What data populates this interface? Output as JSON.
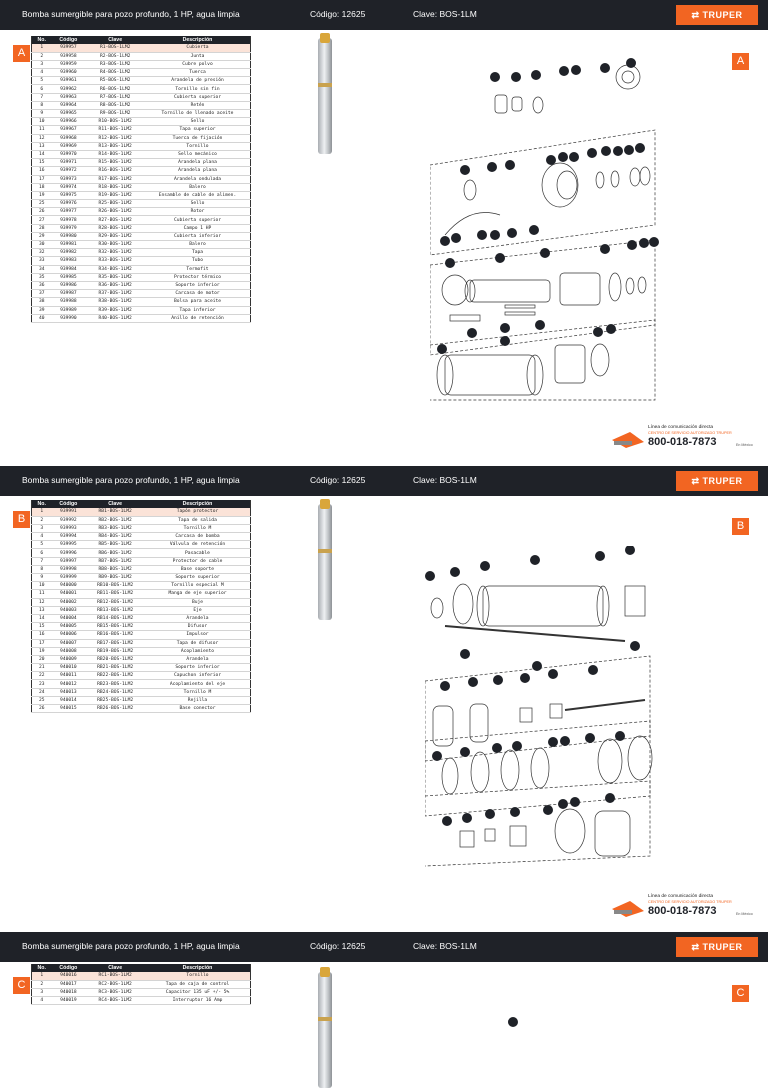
{
  "header": {
    "title": "Bomba sumergible para pozo profundo, 1 HP, agua limpia",
    "codigo": "Código: 12625",
    "clave": "Clave: BOS-1LM",
    "logo": "TRUPER"
  },
  "hotline": {
    "line1": "Línea de comunicación directa",
    "line2": "CENTRO DE SERVICIO AUTORIZADO TRUPER",
    "phone": "800-018-7873",
    "line4": "En México"
  },
  "columns": [
    "No.",
    "Código",
    "Clave",
    "Descripción"
  ],
  "sections": [
    {
      "letter": "A",
      "rows": [
        [
          "1",
          "939957",
          "R1-BOS-1LM2",
          "Cubierta"
        ],
        [
          "2",
          "939958",
          "R2-BOS-1LM2",
          "Junta"
        ],
        [
          "3",
          "939959",
          "R3-BOS-1LM2",
          "Cubre polvo"
        ],
        [
          "4",
          "939960",
          "R4-BOS-1LM2",
          "Tuerca"
        ],
        [
          "5",
          "939961",
          "R5-BOS-1LM2",
          "Arandela de presión"
        ],
        [
          "6",
          "939962",
          "R6-BOS-1LM2",
          "Tornillo sin fin"
        ],
        [
          "7",
          "939963",
          "R7-BOS-1LM2",
          "Cubierta superior"
        ],
        [
          "8",
          "939964",
          "R8-BOS-1LM2",
          "Retén"
        ],
        [
          "9",
          "939965",
          "R9-BOS-1LM2",
          "Tornillo de llenado aceite"
        ],
        [
          "10",
          "939966",
          "R10-BOS-1LM2",
          "Sello"
        ],
        [
          "11",
          "939967",
          "R11-BOS-1LM2",
          "Tapa superior"
        ],
        [
          "12",
          "939968",
          "R12-BOS-1LM2",
          "Tuerca de fijación"
        ],
        [
          "13",
          "939969",
          "R13-BOS-1LM2",
          "Tornillo"
        ],
        [
          "14",
          "939970",
          "R14-BOS-1LM2",
          "Sello mecánico"
        ],
        [
          "15",
          "939971",
          "R15-BOS-1LM2",
          "Arandela plana"
        ],
        [
          "16",
          "939972",
          "R16-BOS-1LM2",
          "Arandela plana"
        ],
        [
          "17",
          "939973",
          "R17-BOS-1LM2",
          "Arandela ondulada"
        ],
        [
          "18",
          "939974",
          "R18-BOS-1LM2",
          "Balero"
        ],
        [
          "19",
          "939975",
          "R19-BOS-1LM2",
          "Ensamble de cable de alimen."
        ],
        [
          "25",
          "939976",
          "R25-BOS-1LM2",
          "Sello"
        ],
        [
          "26",
          "939977",
          "R26-BOS-1LM2",
          "Rotor"
        ],
        [
          "27",
          "939978",
          "R27-BOS-1LM2",
          "Cubierta superior"
        ],
        [
          "28",
          "939979",
          "R28-BOS-1LM2",
          "Campo 1 HP"
        ],
        [
          "29",
          "939980",
          "R29-BOS-1LM2",
          "Cubierta inferior"
        ],
        [
          "30",
          "939981",
          "R30-BOS-1LM2",
          "Balero"
        ],
        [
          "32",
          "939982",
          "R32-BOS-1LM2",
          "Tapa"
        ],
        [
          "33",
          "939983",
          "R33-BOS-1LM2",
          "Tubo"
        ],
        [
          "34",
          "939984",
          "R34-BOS-1LM2",
          "Termofit"
        ],
        [
          "35",
          "939985",
          "R35-BOS-1LM2",
          "Protector térmico"
        ],
        [
          "36",
          "939986",
          "R36-BOS-1LM2",
          "Soporte inferior"
        ],
        [
          "37",
          "939987",
          "R37-BOS-1LM2",
          "Carcasa de motor"
        ],
        [
          "38",
          "939988",
          "R38-BOS-1LM2",
          "Bolsa para aceite"
        ],
        [
          "39",
          "939989",
          "R39-BOS-1LM2",
          "Tapa inferior"
        ],
        [
          "40",
          "939990",
          "R40-BOS-1LM2",
          "Anillo de retención"
        ]
      ]
    },
    {
      "letter": "B",
      "rows": [
        [
          "1",
          "939991",
          "RB1-BOS-1LM2",
          "Tapón protector"
        ],
        [
          "2",
          "939992",
          "RB2-BOS-1LM2",
          "Tapa de salida"
        ],
        [
          "3",
          "939993",
          "RB3-BOS-1LM2",
          "Tornillo M"
        ],
        [
          "4",
          "939994",
          "RB4-BOS-1LM2",
          "Carcasa de bomba"
        ],
        [
          "5",
          "939995",
          "RB5-BOS-1LM2",
          "Válvula de retención"
        ],
        [
          "6",
          "939996",
          "RB6-BOS-1LM2",
          "Pasacable"
        ],
        [
          "7",
          "939997",
          "RB7-BOS-1LM2",
          "Protector de cable"
        ],
        [
          "8",
          "939998",
          "RB8-BOS-1LM2",
          "Base soporte"
        ],
        [
          "9",
          "939999",
          "RB9-BOS-1LM2",
          "Soporte superior"
        ],
        [
          "10",
          "940000",
          "RB10-BOS-1LM2",
          "Tornillo especial M"
        ],
        [
          "11",
          "940001",
          "RB11-BOS-1LM2",
          "Manga de eje superior"
        ],
        [
          "12",
          "940002",
          "RB12-BOS-1LM2",
          "Buje"
        ],
        [
          "13",
          "940003",
          "RB13-BOS-1LM2",
          "Eje"
        ],
        [
          "14",
          "940004",
          "RB14-BOS-1LM2",
          "Arandela"
        ],
        [
          "15",
          "940005",
          "RB15-BOS-1LM2",
          "Difusor"
        ],
        [
          "16",
          "940006",
          "RB16-BOS-1LM2",
          "Impulsor"
        ],
        [
          "17",
          "940007",
          "RB17-BOS-1LM2",
          "Tapa de difusor"
        ],
        [
          "19",
          "940008",
          "RB19-BOS-1LM2",
          "Acoplamiento"
        ],
        [
          "20",
          "940009",
          "RB20-BOS-1LM2",
          "Arandela"
        ],
        [
          "21",
          "940010",
          "RB21-BOS-1LM2",
          "Soporte inferior"
        ],
        [
          "22",
          "940011",
          "RB22-BOS-1LM2",
          "Capuchon inferior"
        ],
        [
          "23",
          "940012",
          "RB23-BOS-1LM2",
          "Acoplamiento del eje"
        ],
        [
          "24",
          "940013",
          "RB24-BOS-1LM2",
          "Tornillo M"
        ],
        [
          "25",
          "940014",
          "RB25-BOS-1LM2",
          "Rejilla"
        ],
        [
          "26",
          "940015",
          "RB26-BOS-1LM2",
          "Base conector"
        ]
      ]
    },
    {
      "letter": "C",
      "rows": [
        [
          "1",
          "940016",
          "RC1-BOS-1LM2",
          "Tornillo"
        ],
        [
          "2",
          "940017",
          "RC2-BOS-1LM2",
          "Tapa de caja de control"
        ],
        [
          "3",
          "940018",
          "RC3-BOS-1LM2",
          "Capacitor 135 uF +/- 5%"
        ],
        [
          "4",
          "940019",
          "RC4-BOS-1LM2",
          "Interruptor 16 Amp"
        ]
      ]
    }
  ]
}
